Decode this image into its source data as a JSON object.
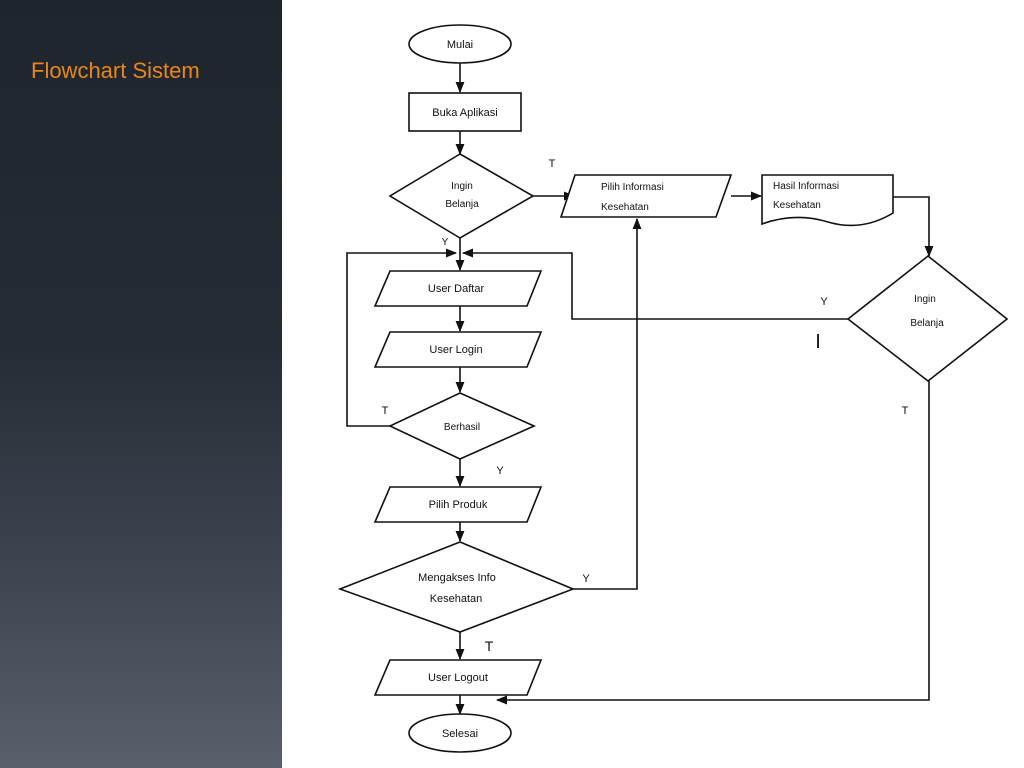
{
  "slide": {
    "title": "Flowchart Sistem"
  },
  "flowchart": {
    "nodes": {
      "start": "Mulai",
      "open_app": "Buka Aplikasi",
      "want_shop": [
        "Ingin",
        "Belanja"
      ],
      "choose_info": [
        "Pilih Informasi",
        "Kesehatan"
      ],
      "info_result": [
        "Hasil Informasi",
        "Kesehatan"
      ],
      "want_shop_2": [
        "Ingin",
        "Belanja"
      ],
      "user_register": "User Daftar",
      "user_login": "User Login",
      "success": "Berhasil",
      "choose_product": "Pilih Produk",
      "access_info": [
        "Mengakses Info",
        "Kesehatan"
      ],
      "user_logout": "User Logout",
      "end": "Selesai"
    },
    "labels": {
      "want_shop_no": "T",
      "want_shop_yes": "Y",
      "want_shop_2_yes": "Y",
      "want_shop_2_no": "T",
      "success_no": "T",
      "success_yes": "Y",
      "access_info_yes": "Y",
      "access_info_no": "T"
    },
    "cursor_mark": "I"
  }
}
